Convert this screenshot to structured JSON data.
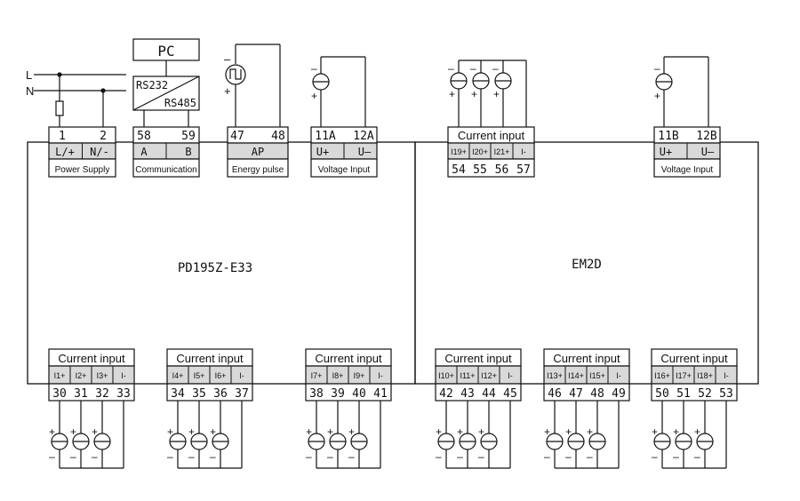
{
  "supply": {
    "line_label": "L",
    "neutral_label": "N"
  },
  "pc": {
    "label": "PC",
    "rs232": "RS232",
    "rs485": "RS485"
  },
  "module_names": {
    "main": "PD195Z-E33",
    "extension": "EM2D"
  },
  "top_blocks": [
    {
      "key": "power",
      "numbers": [
        "1",
        "2"
      ],
      "signals": [
        "L/+",
        "N/-"
      ],
      "caption": "Power Supply"
    },
    {
      "key": "comm",
      "numbers": [
        "58",
        "59"
      ],
      "signals": [
        "A",
        "B"
      ],
      "caption": "Communication"
    },
    {
      "key": "pulse",
      "numbers": [
        "47",
        "48"
      ],
      "signals": [
        "AP"
      ],
      "caption": "Energy pulse"
    },
    {
      "key": "volt-a",
      "numbers": [
        "11A",
        "12A"
      ],
      "signals": [
        "U+",
        "U–"
      ],
      "caption": "Voltage Input"
    },
    {
      "key": "cur-top",
      "title": "Current input",
      "signals": [
        "I19+",
        "I20+",
        "I21+",
        "I-"
      ],
      "numbers": [
        "54",
        "55",
        "56",
        "57"
      ]
    },
    {
      "key": "volt-b",
      "numbers": [
        "11B",
        "12B"
      ],
      "signals": [
        "U+",
        "U–"
      ],
      "caption": "Voltage Input"
    }
  ],
  "bottom_blocks": [
    {
      "title": "Current input",
      "signals": [
        "I1+",
        "I2+",
        "I3+",
        "I-"
      ],
      "numbers": [
        "30",
        "31",
        "32",
        "33"
      ]
    },
    {
      "title": "Current input",
      "signals": [
        "I4+",
        "I5+",
        "I6+",
        "I-"
      ],
      "numbers": [
        "34",
        "35",
        "36",
        "37"
      ]
    },
    {
      "title": "Current input",
      "signals": [
        "I7+",
        "I8+",
        "I9+",
        "I-"
      ],
      "numbers": [
        "38",
        "39",
        "40",
        "41"
      ]
    },
    {
      "title": "Current input",
      "signals": [
        "I10+",
        "I11+",
        "I12+",
        "I-"
      ],
      "numbers": [
        "42",
        "43",
        "44",
        "45"
      ]
    },
    {
      "title": "Current input",
      "signals": [
        "I13+",
        "I14+",
        "I15+",
        "I-"
      ],
      "numbers": [
        "46",
        "47",
        "48",
        "49"
      ]
    },
    {
      "title": "Current input",
      "signals": [
        "I16+",
        "I17+",
        "I18+",
        "I-"
      ],
      "numbers": [
        "50",
        "51",
        "52",
        "53"
      ]
    }
  ],
  "polarity": {
    "plus": "+",
    "minus": "–"
  }
}
